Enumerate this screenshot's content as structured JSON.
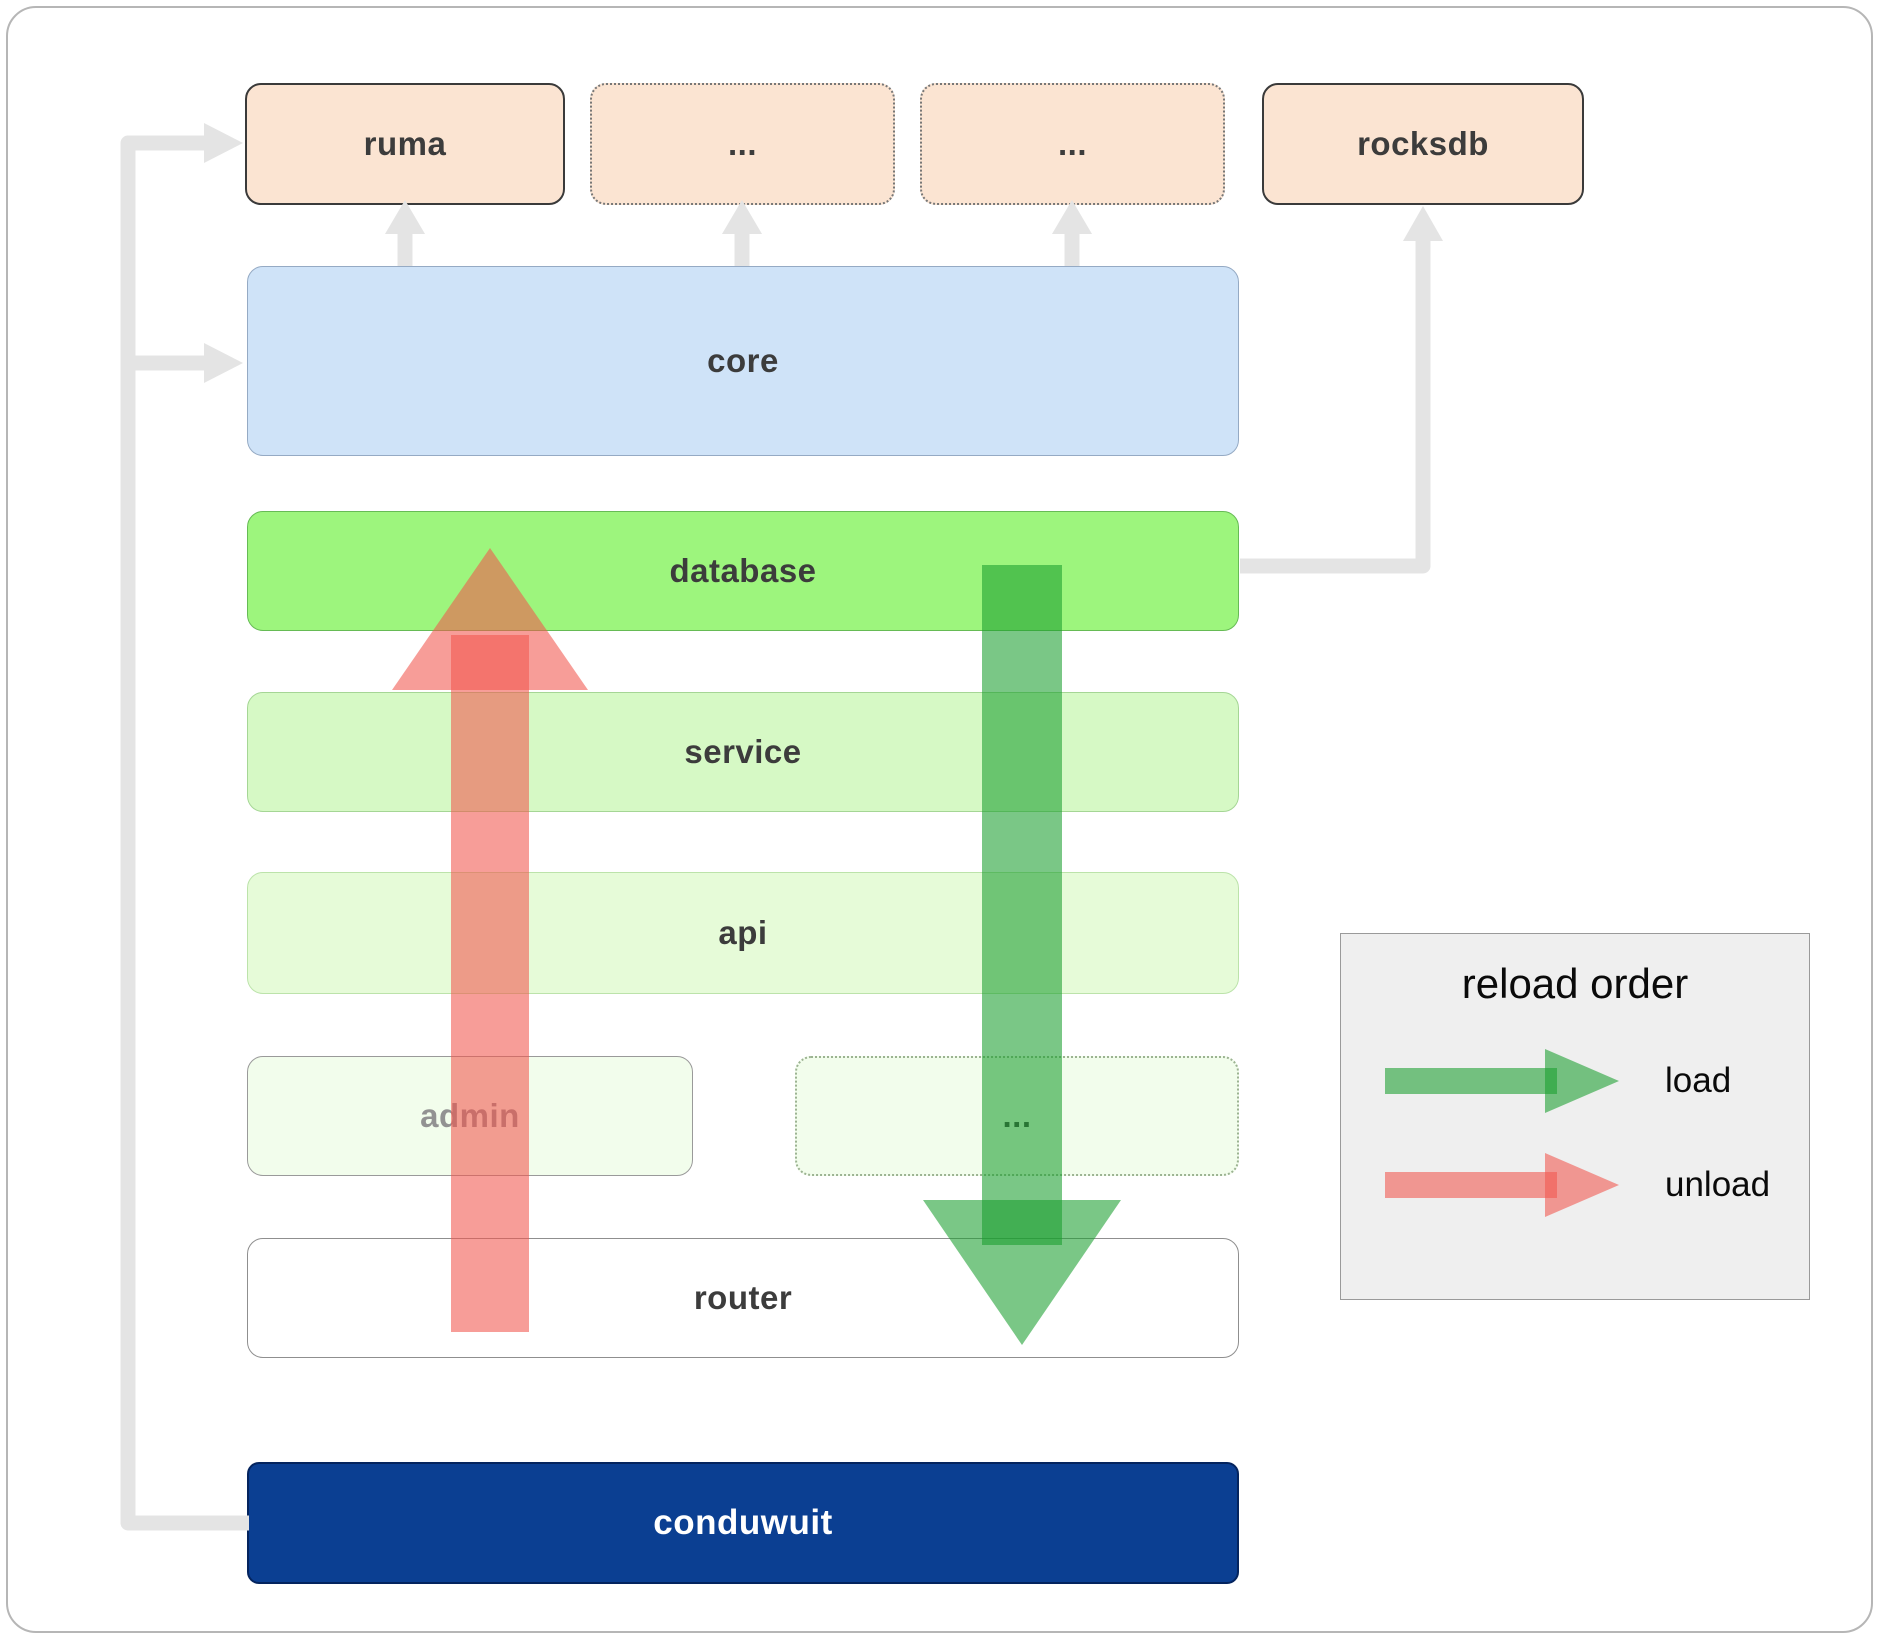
{
  "boxes": {
    "ruma": "ruma",
    "ellipsis_top_1": "...",
    "ellipsis_top_2": "...",
    "rocksdb": "rocksdb",
    "core": "core",
    "database": "database",
    "service": "service",
    "api": "api",
    "admin": "admin",
    "ellipsis_mid": "...",
    "router": "router",
    "conduwuit": "conduwuit"
  },
  "legend": {
    "title": "reload order",
    "load_label": "load",
    "unload_label": "unload"
  },
  "colors": {
    "dependency_fill": "#fbe4d2",
    "core_fill": "#cfe3f8",
    "database_fill": "#9df57d",
    "service_fill": "#d6f9c5",
    "api_fill": "#e6fbd8",
    "admin_fill": "#f2fdec",
    "router_fill": "#ffffff",
    "conduwuit_fill": "#0b3f92",
    "load_arrow": "#1a9e2e",
    "unload_arrow": "#f2564e",
    "flow_arrow": "#e4e4e4",
    "legend_bg": "#efefef"
  }
}
